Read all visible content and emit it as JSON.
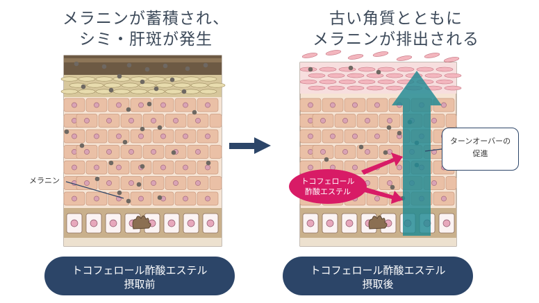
{
  "left": {
    "title_line1": "メラニンが蓄積され、",
    "title_line2": "シミ・肝斑が発生",
    "caption_line1": "トコフェロール酢酸エステル",
    "caption_line2": "摂取前",
    "melanin_label": "メラニン"
  },
  "right": {
    "title_line1": "古い角質とともに",
    "title_line2": "メラニンが排出される",
    "caption_line1": "トコフェロール酢酸エステル",
    "caption_line2": "摂取後",
    "ingredient_line1": "トコフェロール",
    "ingredient_line2": "酢酸エステル",
    "turnover_line1": "ターンオーバーの",
    "turnover_line2": "促進"
  },
  "colors": {
    "navy": "#2c4568",
    "magenta": "#d81b66",
    "teal": "#1f8a94",
    "cell": "#eac0a6",
    "melanin": "#6e6862"
  }
}
